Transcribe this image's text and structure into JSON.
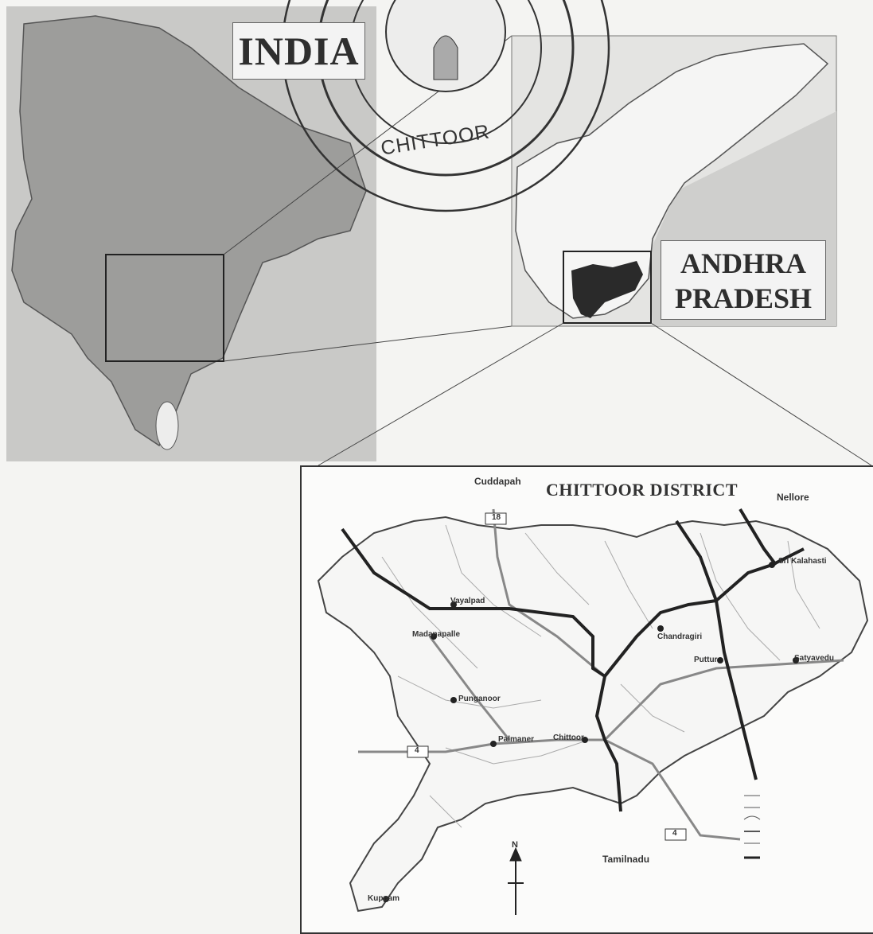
{
  "india": {
    "title": "INDIA"
  },
  "andhra_pradesh": {
    "title_line1": "ANDHRA",
    "title_line2": "PRADESH"
  },
  "seal": {
    "text": "CHITTOOR"
  },
  "district": {
    "title": "CHITTOOR DISTRICT",
    "neighbors": {
      "north": "Cuddapah",
      "northeast": "Nellore",
      "south": "Tamilnadu"
    },
    "towns": [
      {
        "name": "Madanapalle"
      },
      {
        "name": "Punganoor"
      },
      {
        "name": "Palmaner"
      },
      {
        "name": "Chittoor"
      },
      {
        "name": "Chandragiri"
      },
      {
        "name": "Puttur"
      },
      {
        "name": "Sri Kalahasti"
      },
      {
        "name": "Satyavedu"
      },
      {
        "name": "Kuppam"
      },
      {
        "name": "Vayalpad"
      }
    ],
    "highways": {
      "nh18": "18",
      "nh4_west": "4",
      "nh4_east": "4"
    },
    "north_arrow": "N"
  },
  "colors": {
    "india_fill": "#c9c9c7",
    "district_highlight": "#2a2a2a",
    "border": "#333333"
  }
}
